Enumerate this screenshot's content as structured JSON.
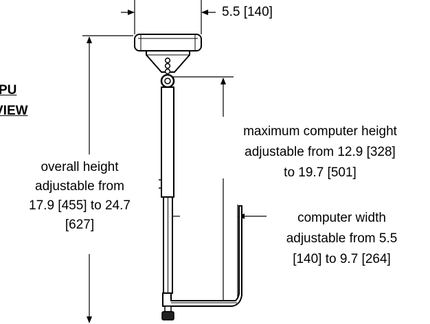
{
  "view_title": {
    "line1": "PU",
    "line2": "VIEW"
  },
  "dimensions": {
    "width_top": "5.5 [140]",
    "overall_height": [
      "overall height",
      "adjustable from",
      "17.9 [455] to 24.7",
      "[627]"
    ],
    "max_computer_height": [
      "maximum computer height",
      "adjustable from 12.9 [328]",
      "to 19.7 [501]"
    ],
    "computer_width": [
      "computer width",
      "adjustable from 5.5",
      "[140] to 9.7 [264]"
    ]
  }
}
